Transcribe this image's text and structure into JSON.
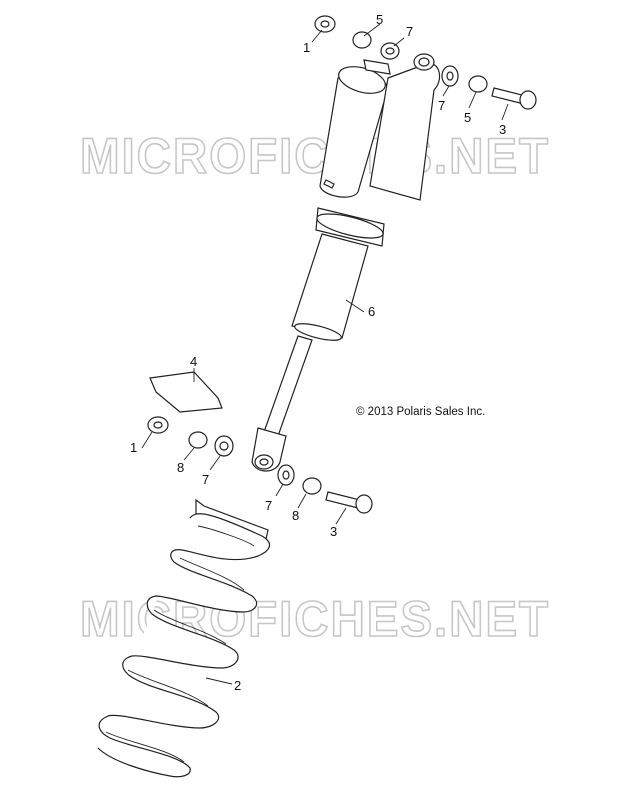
{
  "watermark": "MICROFICHES.NET",
  "copyright": "© 2013 Polaris Sales Inc.",
  "callouts": {
    "c1_top": "1",
    "c5_top": "5",
    "c7_top": "7",
    "c7_right": "7",
    "c5_right": "5",
    "c3_top": "3",
    "c6": "6",
    "c4": "4",
    "c1_bottom": "1",
    "c8_left": "8",
    "c7_left": "7",
    "c7_lower": "7",
    "c8_right": "8",
    "c3_bottom": "3",
    "c2": "2"
  }
}
